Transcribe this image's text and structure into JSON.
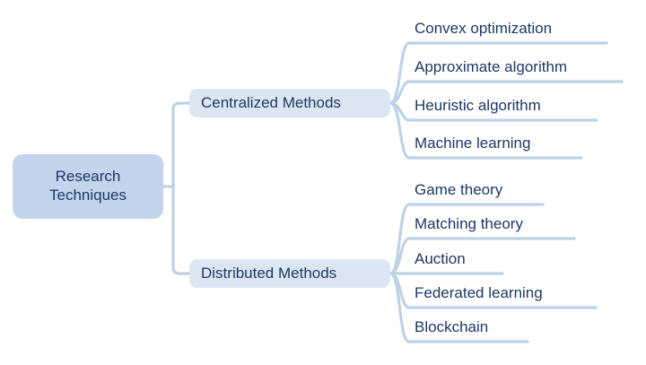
{
  "diagram": {
    "type": "mind-map",
    "background_color": "#ffffff",
    "text_color": "#1f3864",
    "connector_color": "#bed2e8",
    "root": {
      "label": "Research\nTechniques",
      "fill_color": "#c3d4ec"
    },
    "branches": [
      {
        "id": "centralized",
        "label": "Centralized Methods",
        "fill_color": "#dce6f2",
        "leaves": [
          {
            "label": "Convex optimization"
          },
          {
            "label": "Approximate algorithm"
          },
          {
            "label": "Heuristic algorithm"
          },
          {
            "label": "Machine learning"
          }
        ]
      },
      {
        "id": "distributed",
        "label": "Distributed Methods",
        "fill_color": "#dce6f2",
        "leaves": [
          {
            "label": "Game theory"
          },
          {
            "label": "Matching theory"
          },
          {
            "label": "Auction"
          },
          {
            "label": "Federated learning"
          },
          {
            "label": "Blockchain"
          }
        ]
      }
    ]
  }
}
